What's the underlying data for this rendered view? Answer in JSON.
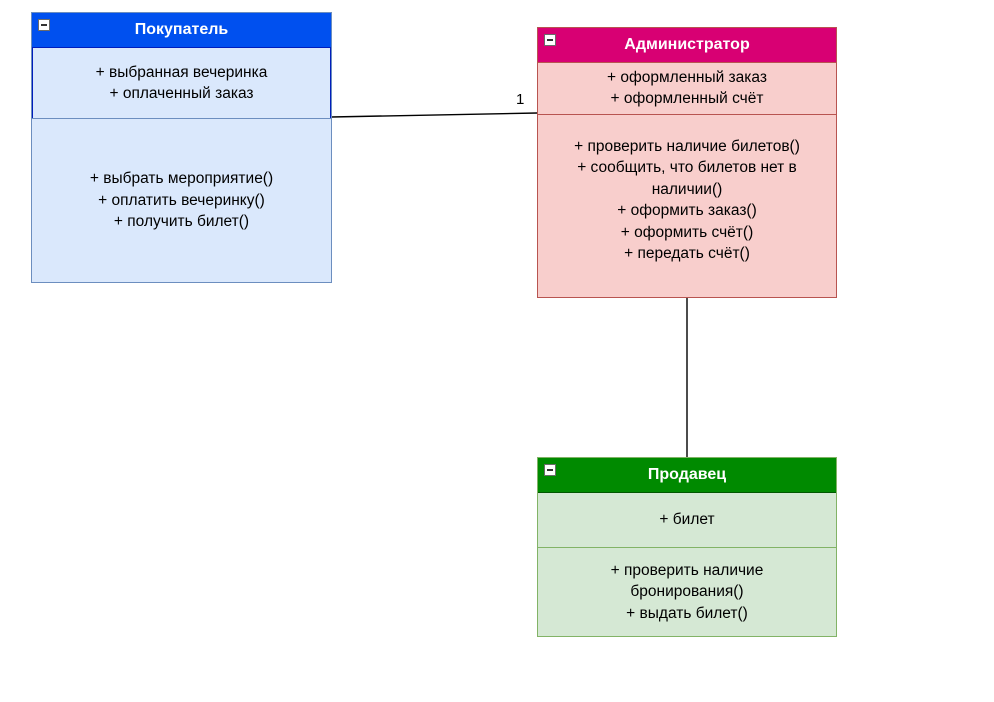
{
  "colors": {
    "buyer": {
      "header": "#0050ef",
      "border": "#001dbc",
      "body": "#dae8fc",
      "lower_border": "#6c8ebf"
    },
    "admin": {
      "header": "#d80073",
      "border": "#b85450",
      "body": "#f8cecc"
    },
    "seller": {
      "header": "#008a00",
      "border": "#005700",
      "body": "#d5e8d4",
      "lower_border": "#82b366"
    },
    "line": "#000000"
  },
  "classes": {
    "buyer": {
      "name": "Покупатель",
      "attributes": [
        "+ выбранная вечеринка",
        "+ оплаченный заказ"
      ],
      "methods": [
        "+ выбрать мероприятие()",
        "+ оплатить вечеринку()",
        "+ получить билет()"
      ]
    },
    "admin": {
      "name": "Администратор",
      "attributes": [
        "+ оформленный заказ",
        "+ оформленный счёт"
      ],
      "methods": [
        "+ проверить наличие билетов()",
        "+ сообщить, что билетов нет в",
        "наличии()",
        "+ оформить заказ()",
        "+ оформить счёт()",
        "+ передать счёт()"
      ]
    },
    "seller": {
      "name": "Продавец",
      "attributes": [
        "+ билет"
      ],
      "methods": [
        "+ проверить наличие",
        "бронирования()",
        "+ выдать билет()"
      ]
    }
  },
  "associations": [
    {
      "from": "Покупатель",
      "to": "Администратор",
      "multiplicity_target": "1"
    },
    {
      "from": "Администратор",
      "to": "Продавец"
    }
  ]
}
